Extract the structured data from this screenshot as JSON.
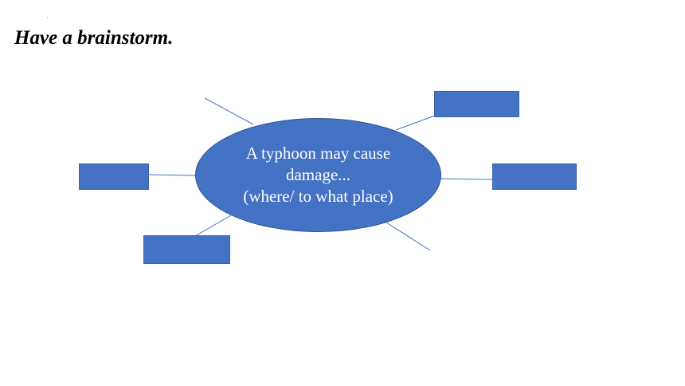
{
  "slide": {
    "title": "Have a brainstorm."
  },
  "mind_map": {
    "center_text": {
      "line1": "A typhoon may cause",
      "line2": "damage...",
      "line3": "(where/ to what place)"
    },
    "node_count": 6,
    "blank_boxes": 4,
    "fill_color": "#4472c4",
    "line_color": "#4472c4"
  }
}
